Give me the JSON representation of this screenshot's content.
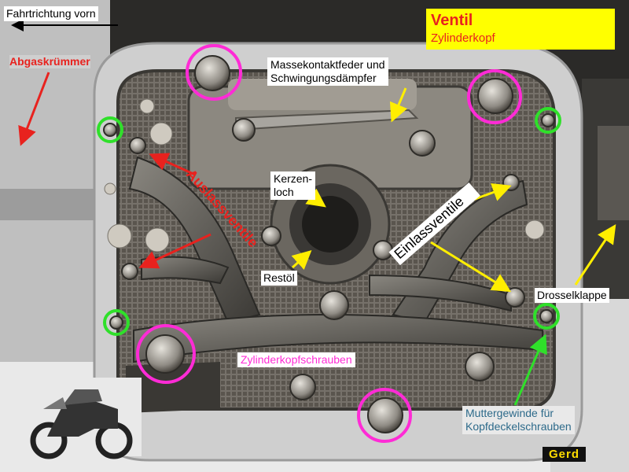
{
  "direction_label": "Fahrtrichtung vorn",
  "title_box": {
    "title": "Ventil",
    "subtitle": "Zylinderkopf"
  },
  "labels": {
    "exhaust_manifold": "Abgaskrümmer",
    "ground_spring_line1": "Massekontaktfeder und",
    "ground_spring_line2": "Schwingungsdämpfer",
    "spark_plug_line1": "Kerzen-",
    "spark_plug_line2": "loch",
    "exhaust_valves": "Auslassventile",
    "intake_valves": "Einlassventile",
    "residual_oil": "Restöl",
    "throttle_valve": "Drosselklappe",
    "head_bolts": "Zylinderkopfschrauben",
    "nut_thread_line1": "Muttergewinde für",
    "nut_thread_line2": "Kopfdeckelschrauben",
    "watermark": "Gerd"
  },
  "colors": {
    "label_red": "#e8221e",
    "marker_pink": "#ff2bd6",
    "marker_green": "#2fe02a",
    "arrow_yellow": "#ffee00",
    "title_bg": "#ffff00"
  }
}
